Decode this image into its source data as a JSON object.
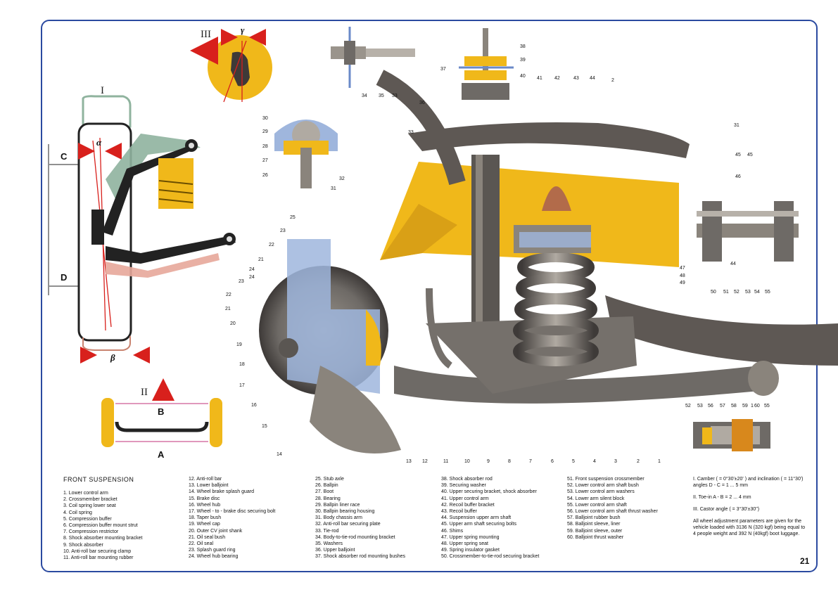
{
  "diagram": {
    "roman_labels": [
      "I",
      "II",
      "III"
    ],
    "angle_labels": {
      "camber": "α",
      "inclination": "β",
      "castor": "γ"
    },
    "dimension_labels": {
      "c": "C",
      "d": "D",
      "a": "A",
      "b": "B"
    },
    "part_numbers": [
      "1",
      "2",
      "3",
      "4",
      "5",
      "6",
      "7",
      "8",
      "9",
      "10",
      "11",
      "12",
      "13",
      "14",
      "15",
      "16",
      "17",
      "18",
      "19",
      "20",
      "21",
      "22",
      "23",
      "24",
      "25",
      "26",
      "27",
      "28",
      "29",
      "30",
      "31",
      "32",
      "33",
      "34",
      "35",
      "36",
      "37",
      "38",
      "39",
      "40",
      "41",
      "42",
      "43",
      "44",
      "45",
      "46",
      "47",
      "48",
      "49",
      "50",
      "51",
      "52",
      "53",
      "54",
      "55",
      "56",
      "57",
      "58",
      "59",
      "60"
    ],
    "colors": {
      "frame": "#2b4aa0",
      "body_yellow": "#f0b81a",
      "steel": "#6e6a66",
      "dark_steel": "#3e3a38",
      "blue_section": "#9fb6dd",
      "red_arrow": "#d8201c",
      "wheel_grey": "#8fb39e",
      "pink": "#e7a79a"
    }
  },
  "legend": {
    "title": "FRONT SUSPENSION",
    "col1": [
      "1. Lower control arm",
      "2. Crossmember bracket",
      "3. Coil spring lower seat",
      "4. Coil spring",
      "5. Compression buffer",
      "6. Compression buffer mount strut",
      "7. Compression restrictor",
      "8. Shock absorber mounting bracket",
      "9. Shock absorber",
      "10. Anti-roll bar securing clamp",
      "11. Anti-roll bar mounting rubber"
    ],
    "col2": [
      "12. Anti-roll bar",
      "13. Lower balljoint",
      "14. Wheel brake splash guard",
      "15. Brake disc",
      "16. Wheel hub",
      "17. Wheel - to - brake disc securing bolt",
      "18. Taper bush",
      "19. Wheel cap",
      "20. Outer CV joint shank",
      "21. Oil seal bush",
      "22. Oil seal",
      "23. Splash guard ring",
      "24. Wheel hub bearing"
    ],
    "col3": [
      "25. Stub axle",
      "26. Ballpin",
      "27. Boot",
      "28. Bearing",
      "29. Ballpin liner race",
      "30. Ballpin bearing housing",
      "31. Body chassis arm",
      "32. Anti-roll bar securing plate",
      "33. Tie-rod",
      "34. Body-to-tie-rod mounting bracket",
      "35. Washers",
      "36. Upper balljoint",
      "37. Shock absorber rod mounting bushes"
    ],
    "col4": [
      "38. Shock absorber rod",
      "39. Securing washer",
      "40. Upper securing bracket, shock absorber",
      "41. Upper control arm",
      "42. Recoil buffer bracket",
      "43. Recoil buffer",
      "44. Suspension upper arm shaft",
      "45. Upper arm shaft securing bolts",
      "46. Shims",
      "47. Upper spring mounting",
      "48. Upper spring seat",
      "49. Spring insulator gasket",
      "50. Crossmember-to-tie-rod securing bracket"
    ],
    "col5": [
      "51. Front suspension crossmember",
      "52. Lower control arm shaft bush",
      "53. Lower control arm washers",
      "54. Lower arm silent block",
      "55. Lower control arm shaft",
      "56. Lower control arm shaft thrust washer",
      "57. Balljoint rubber bush",
      "58. Balljoint sleeve, liner",
      "59. Balljoint sleeve, outer",
      "60. Balljoint thrust washer"
    ]
  },
  "notes": {
    "camber": "I.  Camber (   = 0°30'±20' ) and inclination (   = 11°30')",
    "camber_2": "angles D - C = 1 ... 5 mm",
    "toe": "II.  Toe-in A - B = 2 ... 4 mm",
    "castor": "III.  Castor angle (   = 3°30'±30'')",
    "footnote": "All wheel adjustment parameters are given for the vehicle loaded with 3136 N (320 kgf) being equal to 4 people weight and 392 N (40kgf) boot luggage."
  },
  "page_number": "21"
}
